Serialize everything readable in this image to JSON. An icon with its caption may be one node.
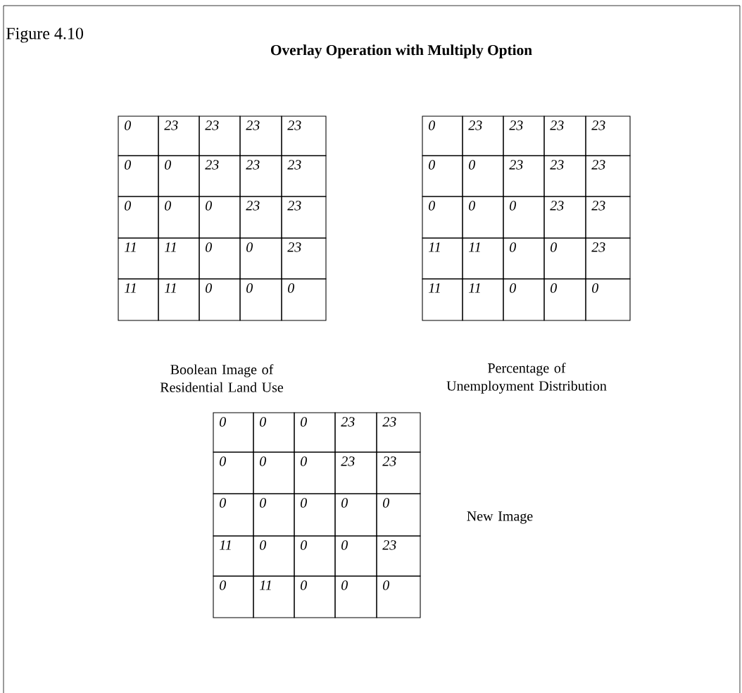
{
  "diagram": {
    "title": "Overlay Operation with Multiply Option",
    "labels": [
      "Figure 4.10",
      "0",
      "23",
      "23",
      "23",
      "23",
      "0",
      "0",
      "23",
      "23",
      "23",
      "0",
      "0",
      "0",
      "23",
      "23",
      "11",
      "11",
      "0",
      "0",
      "23",
      "11",
      "11",
      "0",
      "0",
      "0",
      "0",
      "23",
      "23",
      "23",
      "23",
      "0",
      "0",
      "23",
      "23",
      "23",
      "0",
      "0",
      "0",
      "23",
      "23",
      "11",
      "11",
      "0",
      "0",
      "23",
      "11",
      "11",
      "0",
      "0",
      "0",
      "Boolean Image of Residential Land Use",
      "Percentage of Unemployment Distribution",
      "0",
      "0",
      "0",
      "23",
      "23",
      "0",
      "0",
      "0",
      "23",
      "23",
      "0",
      "0",
      "0",
      "0",
      "0",
      "11",
      "0",
      "0",
      "0",
      "23",
      "0",
      "11",
      "0",
      "0",
      "0",
      "New Image"
    ]
  }
}
